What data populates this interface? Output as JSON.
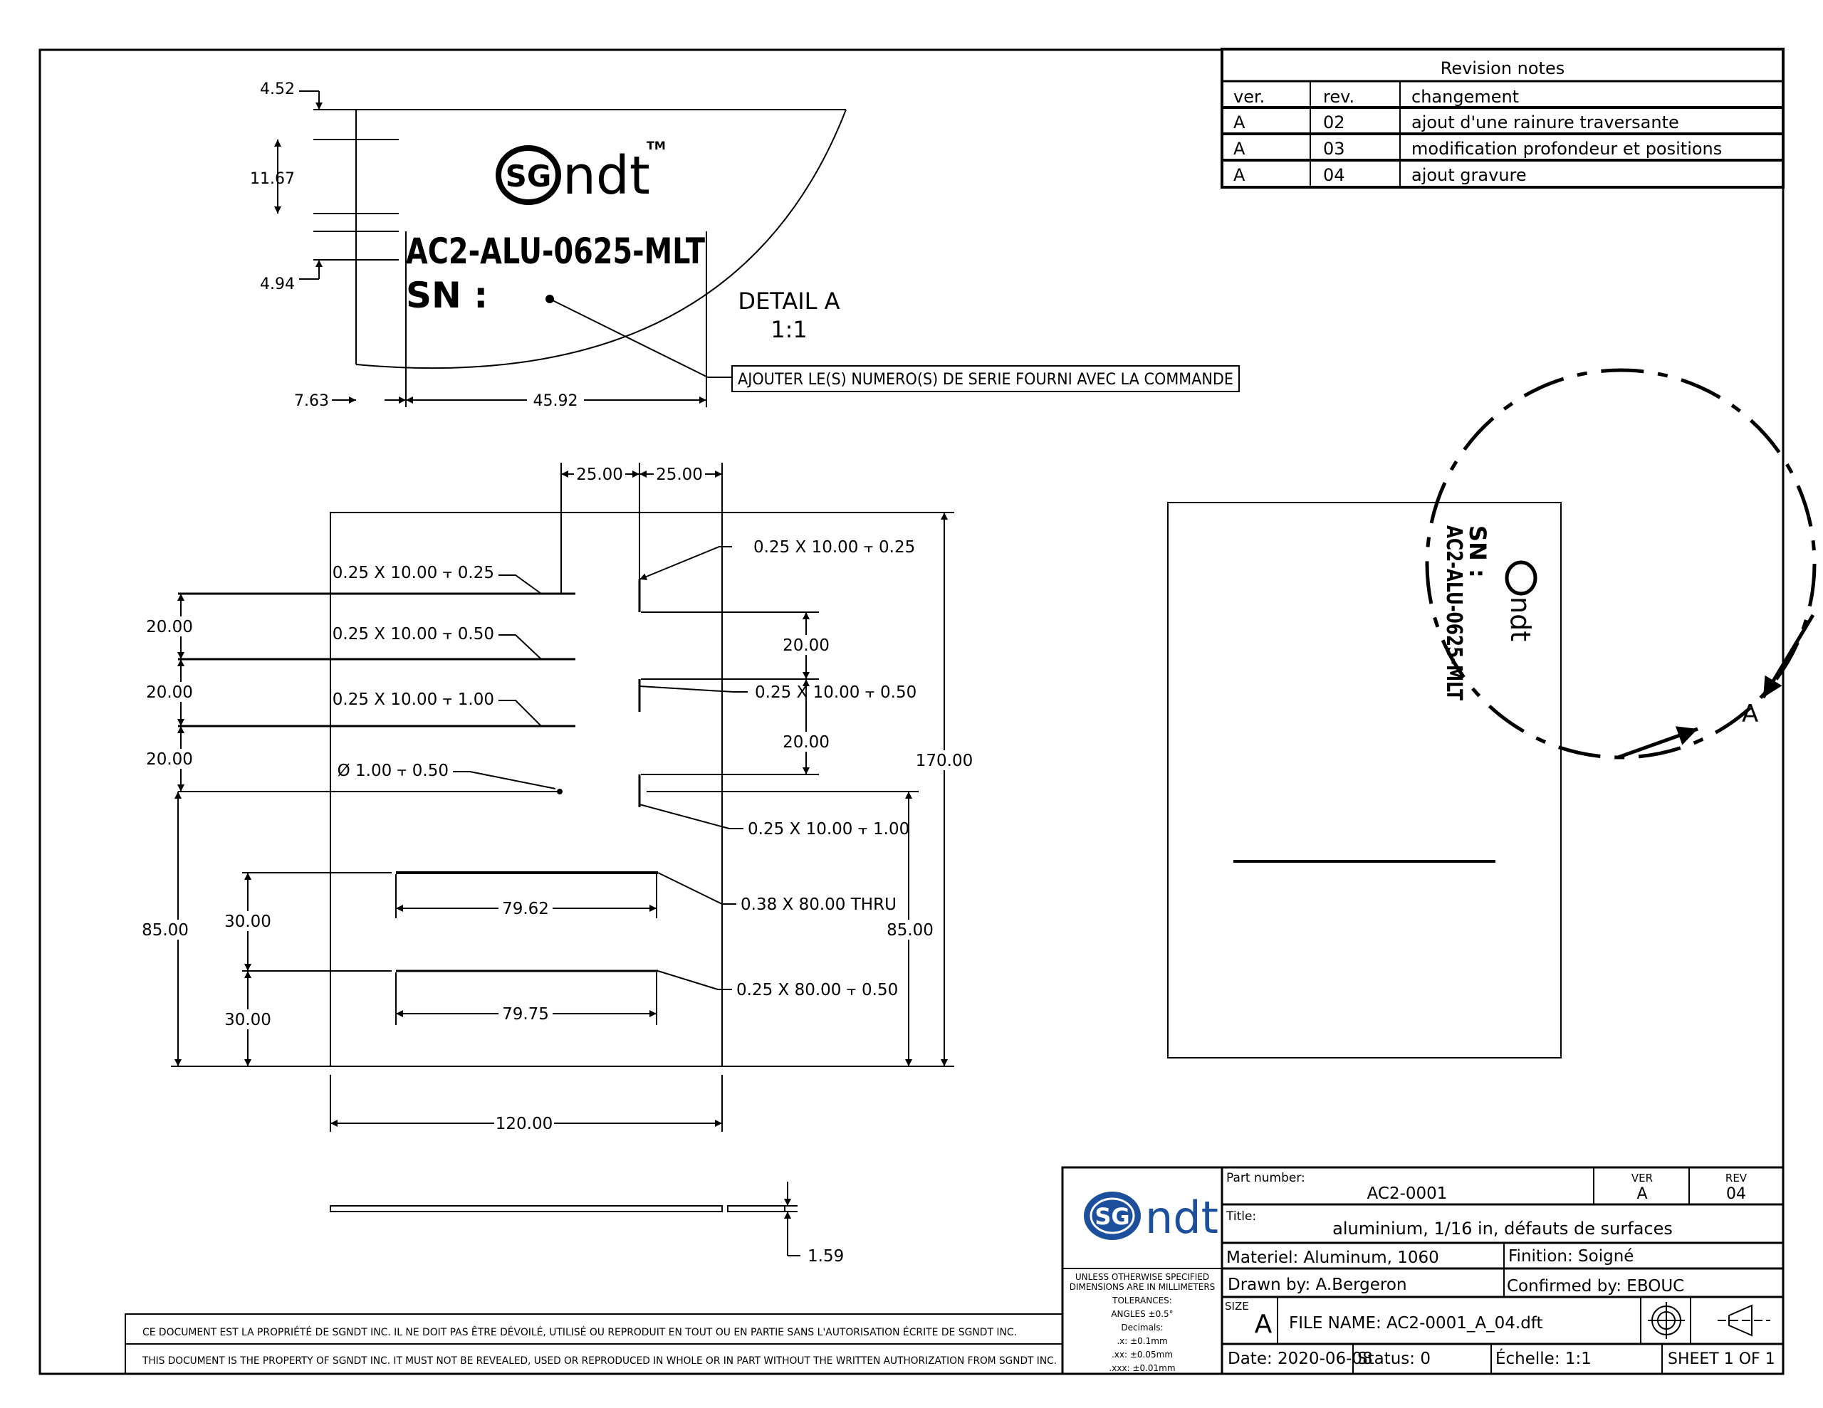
{
  "revision": {
    "title": "Revision notes",
    "headers": [
      "ver.",
      "rev.",
      "changement"
    ],
    "rows": [
      [
        "A",
        "02",
        "ajout d'une rainure traversante"
      ],
      [
        "A",
        "03",
        "modification profondeur et positions"
      ],
      [
        "A",
        "04",
        "ajout gravure"
      ]
    ]
  },
  "detail": {
    "title": "DETAIL A",
    "scale": "1:1",
    "part_text": "AC2-ALU-0625-MLT",
    "sn_text": "SN :",
    "logo_text": "ndt",
    "tm": "TM",
    "logo_mark": "SG",
    "note": "AJOUTER LE(S) NUMERO(S) DE SERIE FOURNI AVEC LA COMMANDE",
    "dims": {
      "d452": "4.52",
      "d1167": "11.67",
      "d494": "4.94",
      "d763": "7.63",
      "d4592": "45.92"
    }
  },
  "main_view": {
    "dims": {
      "top_left": "25.00",
      "top_right": "25.00",
      "v20a": "20.00",
      "v20b": "20.00",
      "v20c": "20.00",
      "v85": "85.00",
      "v30a": "30.00",
      "v30b": "30.00",
      "r20a": "20.00",
      "r20b": "20.00",
      "r170": "170.00",
      "r85": "85.00",
      "h7962": "79.62",
      "h7975": "79.75",
      "h120": "120.00",
      "t159": "1.59"
    },
    "callouts": {
      "l1": "0.25 X 10.00 ⫟ 0.25",
      "l2": "0.25 X 10.00 ⫟ 0.50",
      "l3": "0.25 X 10.00 ⫟ 1.00",
      "l4": "Ø 1.00 ⫟ 0.50",
      "r1": "0.25 X 10.00 ⫟ 0.25",
      "r2": "0.25 X 10.00 ⫟ 0.50",
      "r3": "0.25 X 10.00 ⫟ 1.00",
      "r4": "0.38 X 80.00 THRU",
      "r5": "0.25 X 80.00 ⫟ 0.50"
    }
  },
  "back_view": {
    "detail_label": "A",
    "part_text": "AC2-ALU-0625-MLT",
    "sn_text": "SN :",
    "logo_text": "ndt"
  },
  "disclaimer": {
    "fr": "CE DOCUMENT EST LA PROPRIÉTÉ DE SGNDT INC. IL NE DOIT PAS ÊTRE DÉVOILÉ, UTILISÉ OU REPRODUIT EN TOUT OU EN PARTIE SANS L'AUTORISATION ÉCRITE DE SGNDT INC.",
    "en": "THIS DOCUMENT IS THE PROPERTY OF SGNDT INC. IT MUST NOT BE REVEALED, USED OR REPRODUCED IN WHOLE OR IN PART WITHOUT THE WRITTEN AUTHORIZATION FROM SGNDT INC."
  },
  "title_block": {
    "logo_text": "ndt",
    "logo_mark": "SG",
    "tolerances": [
      "UNLESS OTHERWISE SPECIFIED",
      "DIMENSIONS ARE IN MILLIMETERS",
      "TOLERANCES:",
      "ANGLES ±0.5°",
      "Decimals:",
      ".x: ±0.1mm",
      ".xx: ±0.05mm",
      ".xxx: ±0.01mm"
    ],
    "part_number_label": "Part number:",
    "part_number": "AC2-0001",
    "ver_label": "VER",
    "ver": "A",
    "rev_label": "REV",
    "rev": "04",
    "title_label": "Title:",
    "title": "aluminium, 1/16 in, défauts de surfaces",
    "material": "Materiel: Aluminum, 1060",
    "finish": "Finition: Soigné",
    "drawn_by": "Drawn by: A.Bergeron",
    "confirmed_by": "Confirmed by: EBOUC",
    "size_label": "SIZE",
    "size": "A",
    "file_name": "FILE NAME: AC2-0001_A_04.dft",
    "date": "Date: 2020-06-08",
    "status": "Status: 0",
    "scale": "Échelle:   1:1",
    "sheet": "SHEET 1 OF 1"
  }
}
